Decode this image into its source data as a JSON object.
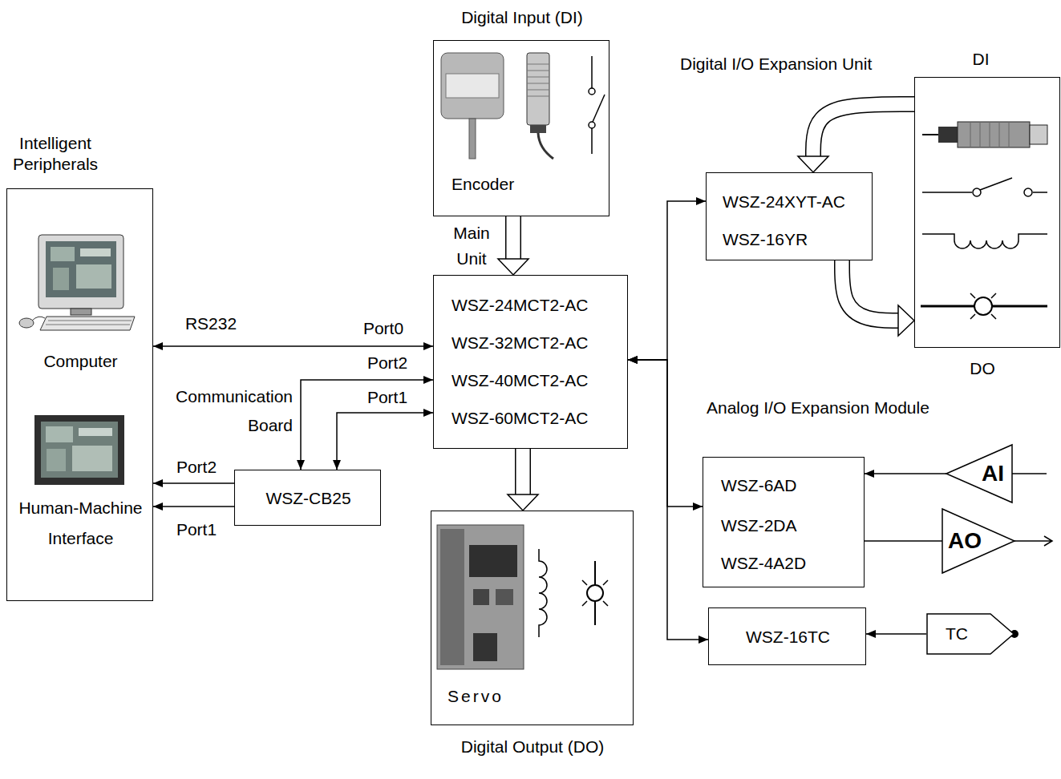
{
  "diagram": {
    "nodes": [
      {
        "text": [
          "Intelligent Peripherals",
          "Computer",
          "Human-Machine Interface"
        ]
      },
      {
        "text": [
          "Digital Input (DI)",
          "Encoder"
        ]
      },
      {
        "text": [
          "Main Unit",
          "WSZ-24MCT2-AC",
          "WSZ-32MCT2-AC",
          "WSZ-40MCT2-AC",
          "WSZ-60MCT2-AC"
        ]
      },
      {
        "text": [
          "Digital Output (DO)",
          "Servo"
        ]
      },
      {
        "text": [
          "Communication Board",
          "WSZ-CB25"
        ]
      },
      {
        "text": [
          "Digital I/O Expansion Unit",
          "WSZ-24XYT-AC",
          "WSZ-16YR"
        ]
      },
      {
        "text": [
          "DI",
          "DO"
        ]
      },
      {
        "text": [
          "Analog I/O Expansion Module",
          "WSZ-6AD",
          "WSZ-2DA",
          "WSZ-4A2D"
        ]
      },
      {
        "text": [
          "WSZ-16TC"
        ]
      },
      {
        "text": [
          "AI"
        ]
      },
      {
        "text": [
          "AO"
        ]
      },
      {
        "text": [
          "TC"
        ]
      }
    ],
    "edges": [
      {
        "from": 0,
        "to": 2,
        "arrow": "both",
        "label": "RS232"
      },
      {
        "from": 2,
        "to": 4,
        "arrow": "both",
        "label": "Port2"
      },
      {
        "from": 2,
        "to": 4,
        "arrow": "both",
        "label": "Port1"
      },
      {
        "from": 4,
        "to": 0,
        "arrow": "to",
        "label": "Port2"
      },
      {
        "from": 4,
        "to": 0,
        "arrow": "to",
        "label": "Port1"
      },
      {
        "from": 1,
        "to": 2,
        "arrow": "to"
      },
      {
        "from": 2,
        "to": 3,
        "arrow": "to"
      },
      {
        "from": 2,
        "to": 5,
        "arrow": "both"
      },
      {
        "from": 2,
        "to": 7,
        "arrow": "both"
      },
      {
        "from": 2,
        "to": 8,
        "arrow": "both"
      },
      {
        "from": 6,
        "to": 5,
        "arrow": "to"
      },
      {
        "from": 5,
        "to": 6,
        "arrow": "to"
      },
      {
        "from": 9,
        "to": 7,
        "arrow": "to"
      },
      {
        "from": 7,
        "to": 10,
        "arrow": "none"
      },
      {
        "from": 11,
        "to": 8,
        "arrow": "to"
      }
    ],
    "labels": [
      "Port0"
    ]
  }
}
